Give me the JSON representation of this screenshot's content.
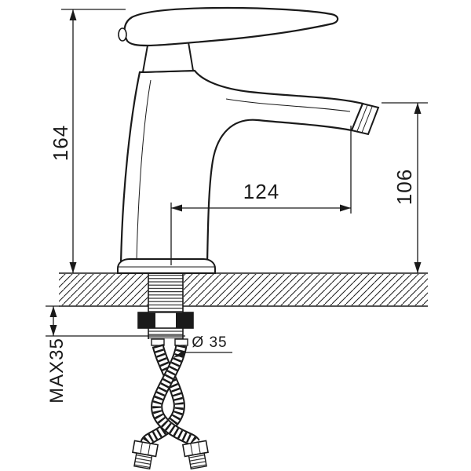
{
  "diagram": {
    "type": "faucet-dimension-drawing",
    "dimensions": {
      "total_height": "164",
      "spout_reach": "124",
      "outlet_height": "106",
      "max_mounting_thickness": "MAX35",
      "hole_diameter": "Ø 35"
    },
    "colors": {
      "line": "#1a1a1a",
      "background": "#ffffff"
    }
  }
}
